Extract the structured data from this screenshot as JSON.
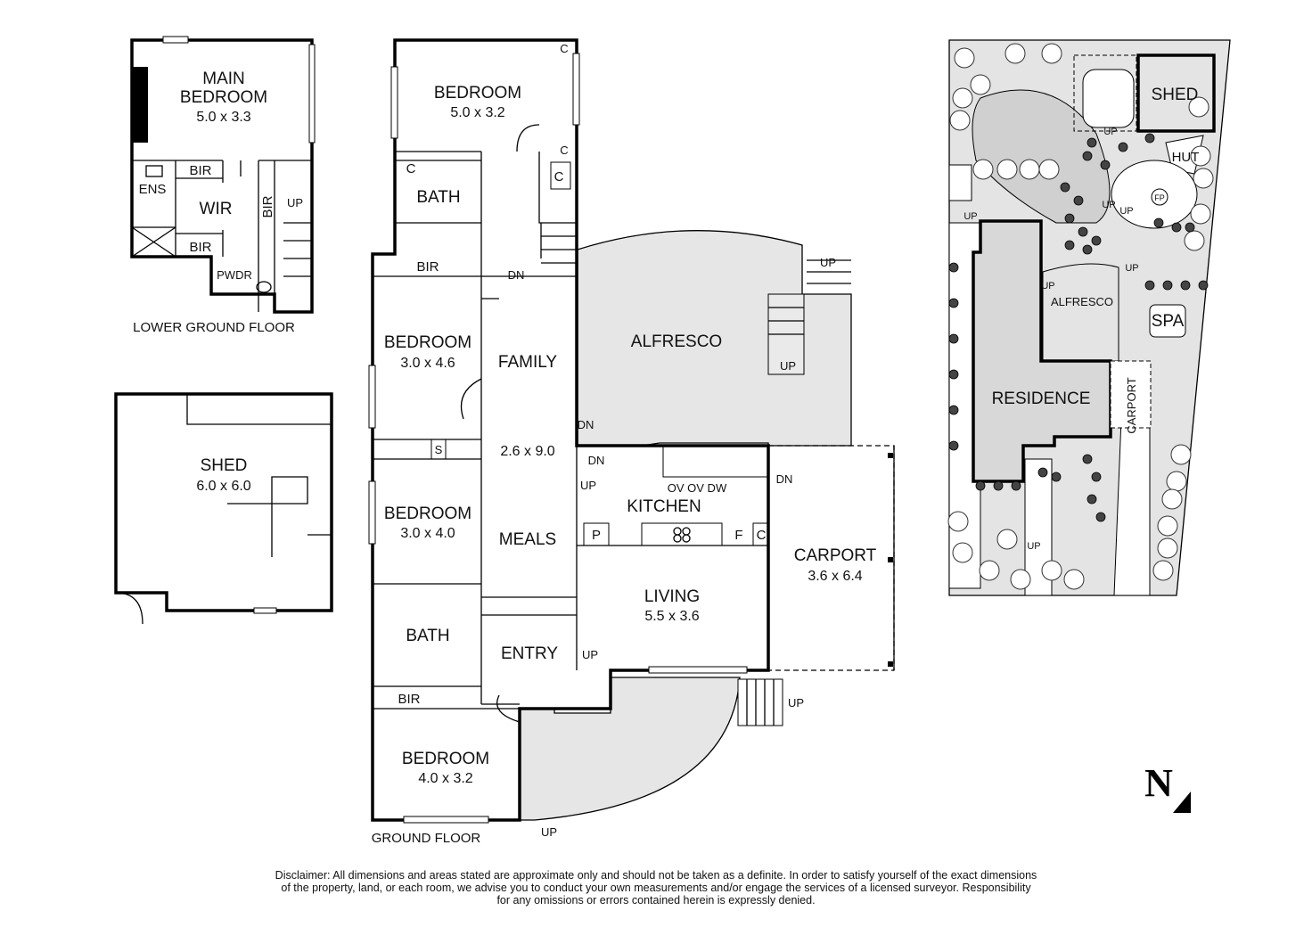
{
  "lower_ground": {
    "title": "LOWER GROUND FLOOR",
    "main_bedroom": {
      "name_line1": "MAIN",
      "name_line2": "BEDROOM",
      "dims": "5.0 x 3.3"
    },
    "bir_top": "BIR",
    "ens": "ENS",
    "wir": "WIR",
    "bir_side": "BIR",
    "up": "UP",
    "bir_bottom": "BIR",
    "pwdr": "PWDR"
  },
  "shed_plan": {
    "name": "SHED",
    "dims": "6.0 x 6.0"
  },
  "ground_floor": {
    "title": "GROUND FLOOR",
    "bedroom1": {
      "name": "BEDROOM",
      "dims": "5.0 x 3.2"
    },
    "cupboards": [
      "C",
      "C",
      "C",
      "C"
    ],
    "bath1": "BATH",
    "bir1": "BIR",
    "dn1": "DN",
    "bedroom2": {
      "name": "BEDROOM",
      "dims": "3.0 x 4.6"
    },
    "family": "FAMILY",
    "family_meals_dims": "2.6 x 9.0",
    "alfresco": "ALFRESCO",
    "up_deck_top": "UP",
    "up_deck_mid": "UP",
    "dn2": "DN",
    "dn3": "DN",
    "s": "S",
    "up_kitchen": "UP",
    "dn_carport": "DN",
    "appliances": "OV OV DW",
    "kitchen": "KITCHEN",
    "bedroom3": {
      "name": "BEDROOM",
      "dims": "3.0 x 4.0"
    },
    "meals": "MEALS",
    "pantry": "P",
    "fridge": "F",
    "c_kitchen": "C",
    "carport": {
      "name": "CARPORT",
      "dims": "3.6 x 6.4"
    },
    "living": {
      "name": "LIVING",
      "dims": "5.5 x 3.6"
    },
    "bath2": "BATH",
    "entry": "ENTRY",
    "up_entry": "UP",
    "bir2": "BIR",
    "up_front_steps": "UP",
    "bedroom4": {
      "name": "BEDROOM",
      "dims": "4.0 x 3.2"
    },
    "up_front": "UP"
  },
  "site_plan": {
    "shed": "SHED",
    "hut": "HUT",
    "fp": "FP",
    "spa": "SPA",
    "alfresco": "ALFRESCO",
    "residence": "RESIDENCE",
    "carport": "CARPORT",
    "up_labels": [
      "UP",
      "UP",
      "UP",
      "UP",
      "UP",
      "UP",
      "UP"
    ]
  },
  "north": "N",
  "disclaimer": [
    "Disclaimer: All dimensions and areas stated are approximate only and should not be taken as a definite. In order to satisfy yourself of the exact dimensions",
    "of the property, land, or each room, we advise you to conduct your own measurements and/or engage the services of a licensed surveyor. Responsibility",
    "for any omissions or errors contained herein is expressly denied."
  ]
}
